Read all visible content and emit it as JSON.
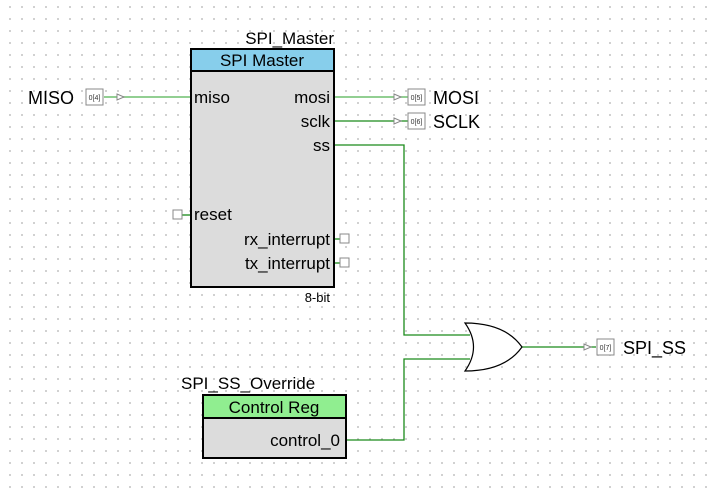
{
  "spi_master": {
    "instance_name": "SPI_Master",
    "title": "SPI Master",
    "footer": "8-bit",
    "header_color": "#87ceeb",
    "ports": {
      "miso": "miso",
      "mosi": "mosi",
      "sclk": "sclk",
      "ss": "ss",
      "reset": "reset",
      "rx_interrupt": "rx_interrupt",
      "tx_interrupt": "tx_interrupt"
    }
  },
  "control_reg": {
    "instance_name": "SPI_SS_Override",
    "title": "Control Reg",
    "header_color": "#90ee90",
    "ports": {
      "control_0": "control_0"
    }
  },
  "pins": {
    "miso": {
      "name": "MISO",
      "index": "0[4]"
    },
    "mosi": {
      "name": "MOSI",
      "index": "0[5]"
    },
    "sclk": {
      "name": "SCLK",
      "index": "0[6]"
    },
    "spi_ss": {
      "name": "SPI_SS",
      "index": "0[7]"
    }
  },
  "gates": {
    "or_gate": "or-icon"
  },
  "colors": {
    "wire": "#1a8a1a",
    "block_body": "#dcdcdc"
  }
}
